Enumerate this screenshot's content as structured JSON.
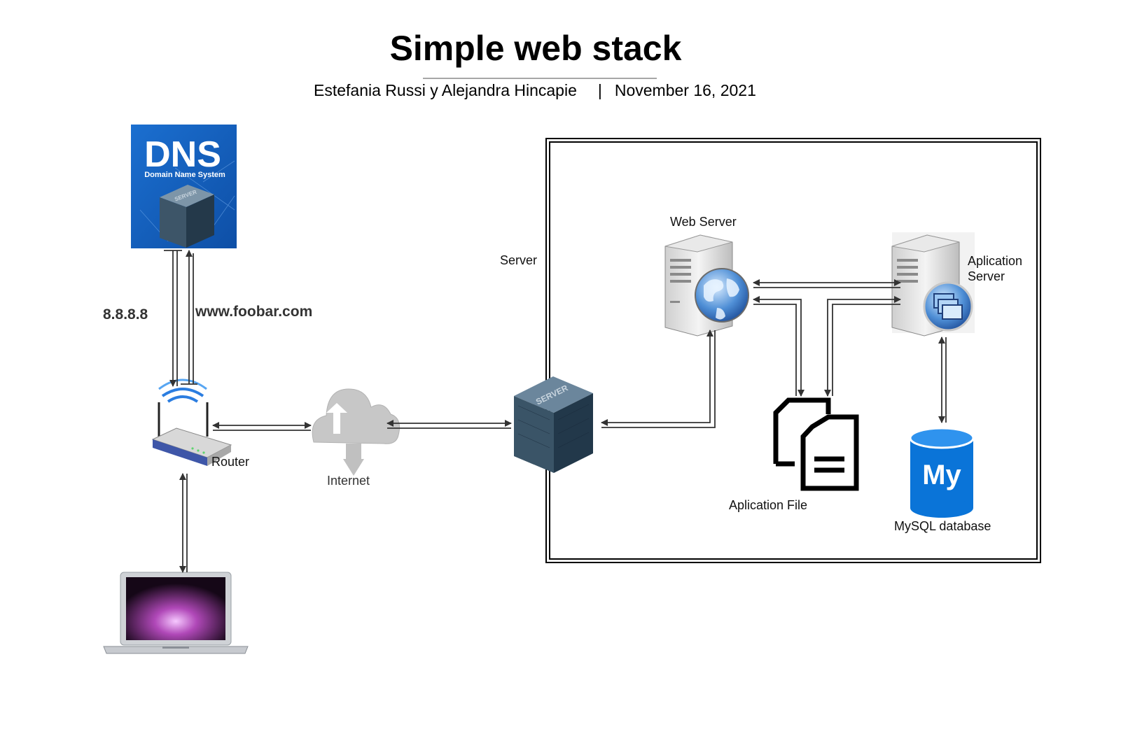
{
  "header": {
    "title": "Simple web stack",
    "authors": "Estefania Russi y Alejandra Hincapie",
    "separator": "|",
    "date": "November 16, 2021"
  },
  "dns": {
    "logo_text": "DNS",
    "logo_subtext": "Domain Name System",
    "server_badge": "SERVER",
    "ip_label": "8.8.8.8",
    "domain_label": "www.foobar.com"
  },
  "nodes": {
    "router": "Router",
    "internet": "Internet",
    "server_box": "Server",
    "server_badge": "SERVER",
    "web_server": "Web Server",
    "app_server_line1": "Aplication",
    "app_server_line2": "Server",
    "app_file": "Aplication File",
    "mysql_logo": "My",
    "mysql": "MySQL database"
  },
  "icons": {
    "dns": "dns-server-icon",
    "router": "wifi-router-icon",
    "cloud": "internet-cloud-icon",
    "server": "physical-server-icon",
    "web_server": "web-server-globe-icon",
    "app_server": "application-server-icon",
    "file": "documents-icon",
    "database": "mysql-database-icon",
    "laptop": "laptop-icon"
  },
  "colors": {
    "dns_blue": "#1666c6",
    "server_dark": "#2f4a5e",
    "mysql_blue": "#0a74d8",
    "arrow": "#333333"
  }
}
